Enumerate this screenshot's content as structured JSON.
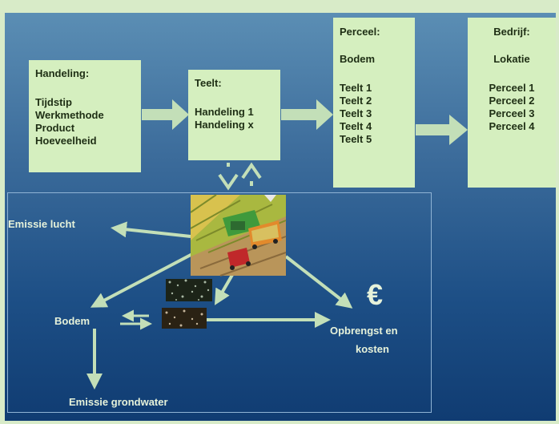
{
  "handeling": {
    "title": "Handeling:",
    "items": [
      "Tijdstip",
      "Werkmethode",
      "Product",
      "Hoeveelheid"
    ]
  },
  "teelt": {
    "title": "Teelt:",
    "items": [
      "Handeling 1",
      "Handeling x"
    ]
  },
  "perceel": {
    "title": "Perceel:",
    "sub": "Bodem",
    "items": [
      "Teelt 1",
      "Teelt 2",
      "Teelt 3",
      "Teelt 4",
      "Teelt 5"
    ]
  },
  "bedrijf": {
    "title": "Bedrijf:",
    "sub": "Lokatie",
    "items": [
      "Perceel 1",
      "Perceel 2",
      "Perceel 3",
      "Perceel 4"
    ]
  },
  "labels": {
    "emissie_lucht": "Emissie lucht",
    "bodem": "Bodem",
    "opbrengst_line1": "Opbrengst en",
    "opbrengst_line2": "kosten",
    "emissie_grondwater": "Emissie grondwater",
    "euro": "€"
  },
  "colors": {
    "box": "#d5efbf",
    "arrow": "#c3dfb8",
    "background": "#2a5f94",
    "outer": "#d8ebc8"
  }
}
